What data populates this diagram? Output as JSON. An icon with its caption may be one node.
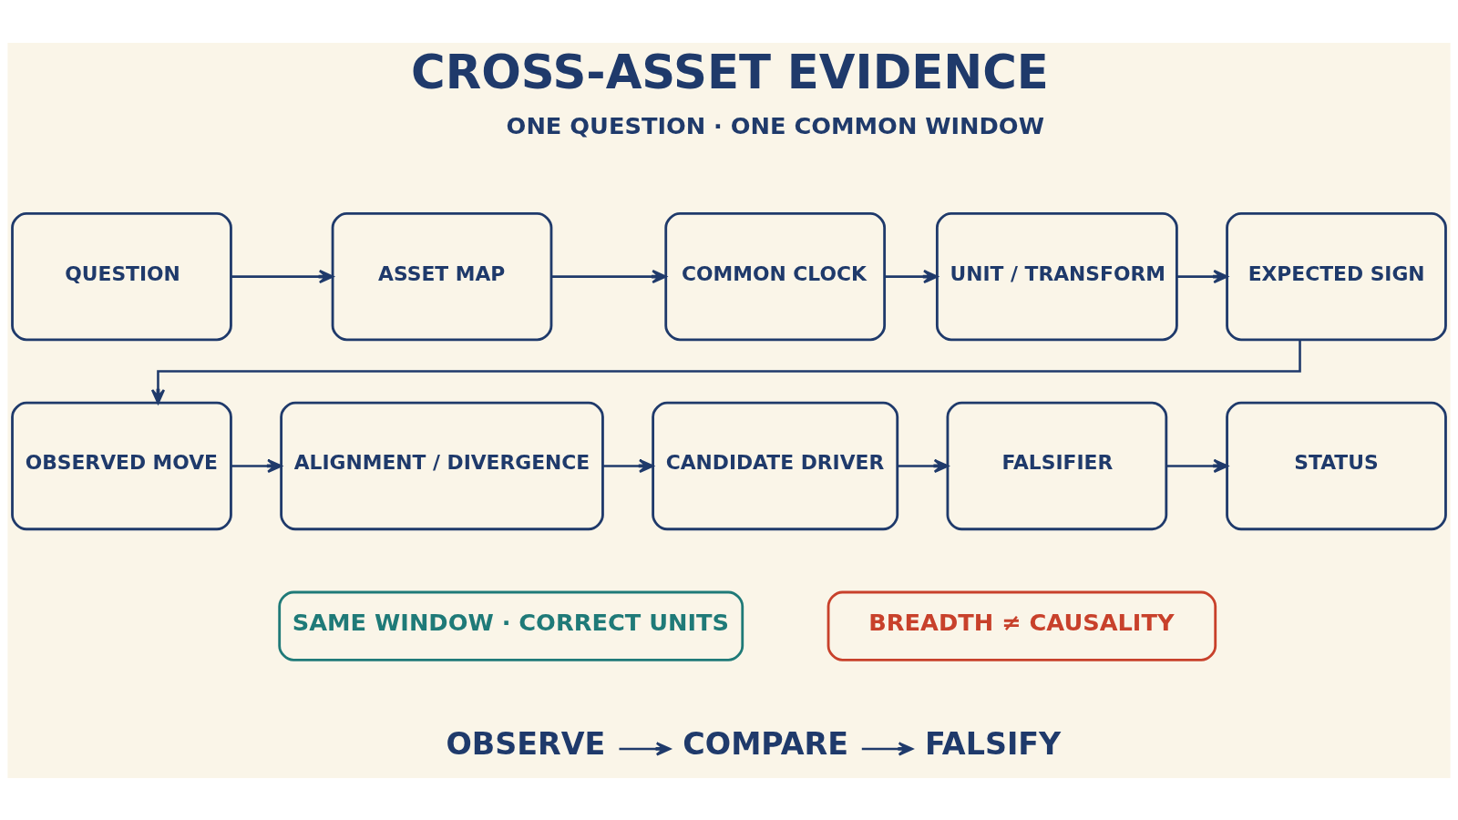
{
  "diagram": {
    "title": "CROSS-ASSET EVIDENCE",
    "nodes": [
      {
        "text": [
          "QUESTION"
        ]
      },
      {
        "text": [
          "ASSET MAP"
        ]
      },
      {
        "text": [
          "COMMON CLOCK"
        ]
      },
      {
        "text": [
          "UNIT / TRANSFORM"
        ]
      },
      {
        "text": [
          "EXPECTED SIGN"
        ]
      },
      {
        "text": [
          "OBSERVED MOVE"
        ]
      },
      {
        "text": [
          "ALIGNMENT / DIVERGENCE"
        ]
      },
      {
        "text": [
          "CANDIDATE DRIVER"
        ]
      },
      {
        "text": [
          "FALSIFIER"
        ]
      },
      {
        "text": [
          "STATUS"
        ]
      },
      {
        "text": [
          "SAME WINDOW · CORRECT UNITS"
        ]
      },
      {
        "text": [
          "BREADTH ≠ CAUSALITY"
        ]
      },
      {
        "text": [
          "OBSERVE"
        ]
      },
      {
        "text": [
          "COMPARE"
        ]
      },
      {
        "text": [
          "FALSIFY"
        ]
      }
    ],
    "edges": [
      {
        "from": 0,
        "to": 1,
        "arrow": "to"
      },
      {
        "from": 1,
        "to": 2,
        "arrow": "to"
      },
      {
        "from": 2,
        "to": 3,
        "arrow": "to"
      },
      {
        "from": 3,
        "to": 4,
        "arrow": "to"
      },
      {
        "from": 4,
        "to": 5,
        "arrow": "to"
      },
      {
        "from": 5,
        "to": 6,
        "arrow": "to"
      },
      {
        "from": 6,
        "to": 7,
        "arrow": "to"
      },
      {
        "from": 7,
        "to": 8,
        "arrow": "to"
      },
      {
        "from": 8,
        "to": 9,
        "arrow": "to"
      },
      {
        "from": 12,
        "to": 13,
        "arrow": "to"
      },
      {
        "from": 13,
        "to": 14,
        "arrow": "to"
      }
    ],
    "labels": [
      "ONE QUESTION · ONE COMMON WINDOW"
    ]
  }
}
